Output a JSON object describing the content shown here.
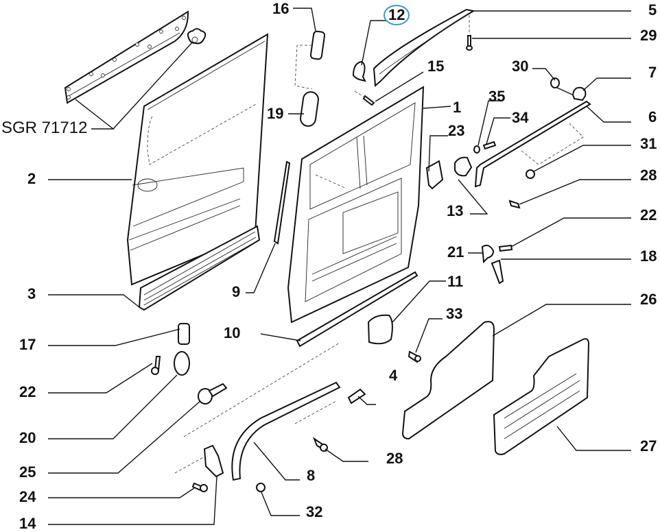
{
  "diagram": {
    "type": "exploded-parts-view",
    "subject": "sliding side door assembly",
    "highlight_color": "#2aa0c8",
    "highlighted_label": "12",
    "reference_code": "SGR 71712",
    "labels": {
      "l1": "1",
      "l2": "2",
      "l3": "3",
      "l4": "4",
      "l5": "5",
      "l6": "6",
      "l7": "7",
      "l8": "8",
      "l9": "9",
      "l10": "10",
      "l11": "11",
      "l12": "12",
      "l13": "13",
      "l14": "14",
      "l15": "15",
      "l16": "16",
      "l17": "17",
      "l18": "18",
      "l19": "19",
      "l20": "20",
      "l21": "21",
      "l22a": "22",
      "l22b": "22",
      "l23": "23",
      "l24": "24",
      "l25": "25",
      "l26": "26",
      "l27": "27",
      "l28a": "28",
      "l28b": "28",
      "l29": "29",
      "l30": "30",
      "l31": "31",
      "l32": "32",
      "l33": "33",
      "l34": "34",
      "l35": "35"
    }
  }
}
